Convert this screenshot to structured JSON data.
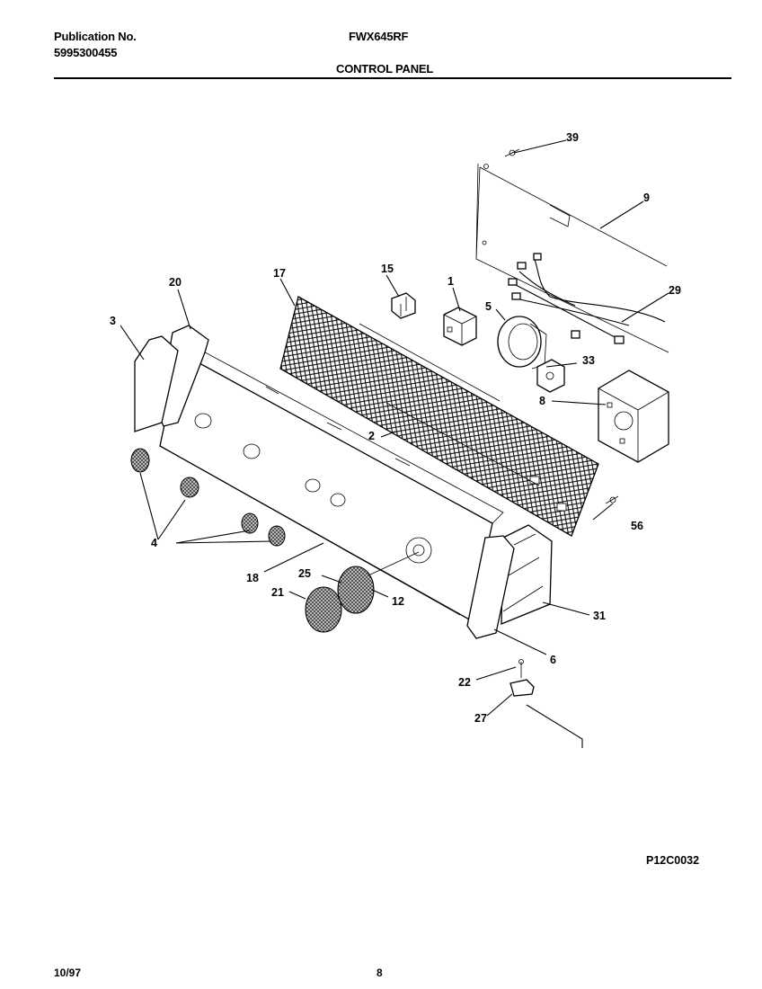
{
  "header": {
    "publication_label": "Publication No.",
    "publication_number": "5995300455",
    "model": "FWX645RF",
    "section_title": "CONTROL PANEL"
  },
  "diagram": {
    "drawing_code": "P12C0032",
    "callouts": [
      "39",
      "9",
      "29",
      "15",
      "1",
      "5",
      "33",
      "8",
      "17",
      "20",
      "3",
      "2",
      "4",
      "18",
      "25",
      "21",
      "12",
      "56",
      "31",
      "6",
      "22",
      "27"
    ]
  },
  "footer": {
    "date": "10/97",
    "page": "8"
  }
}
